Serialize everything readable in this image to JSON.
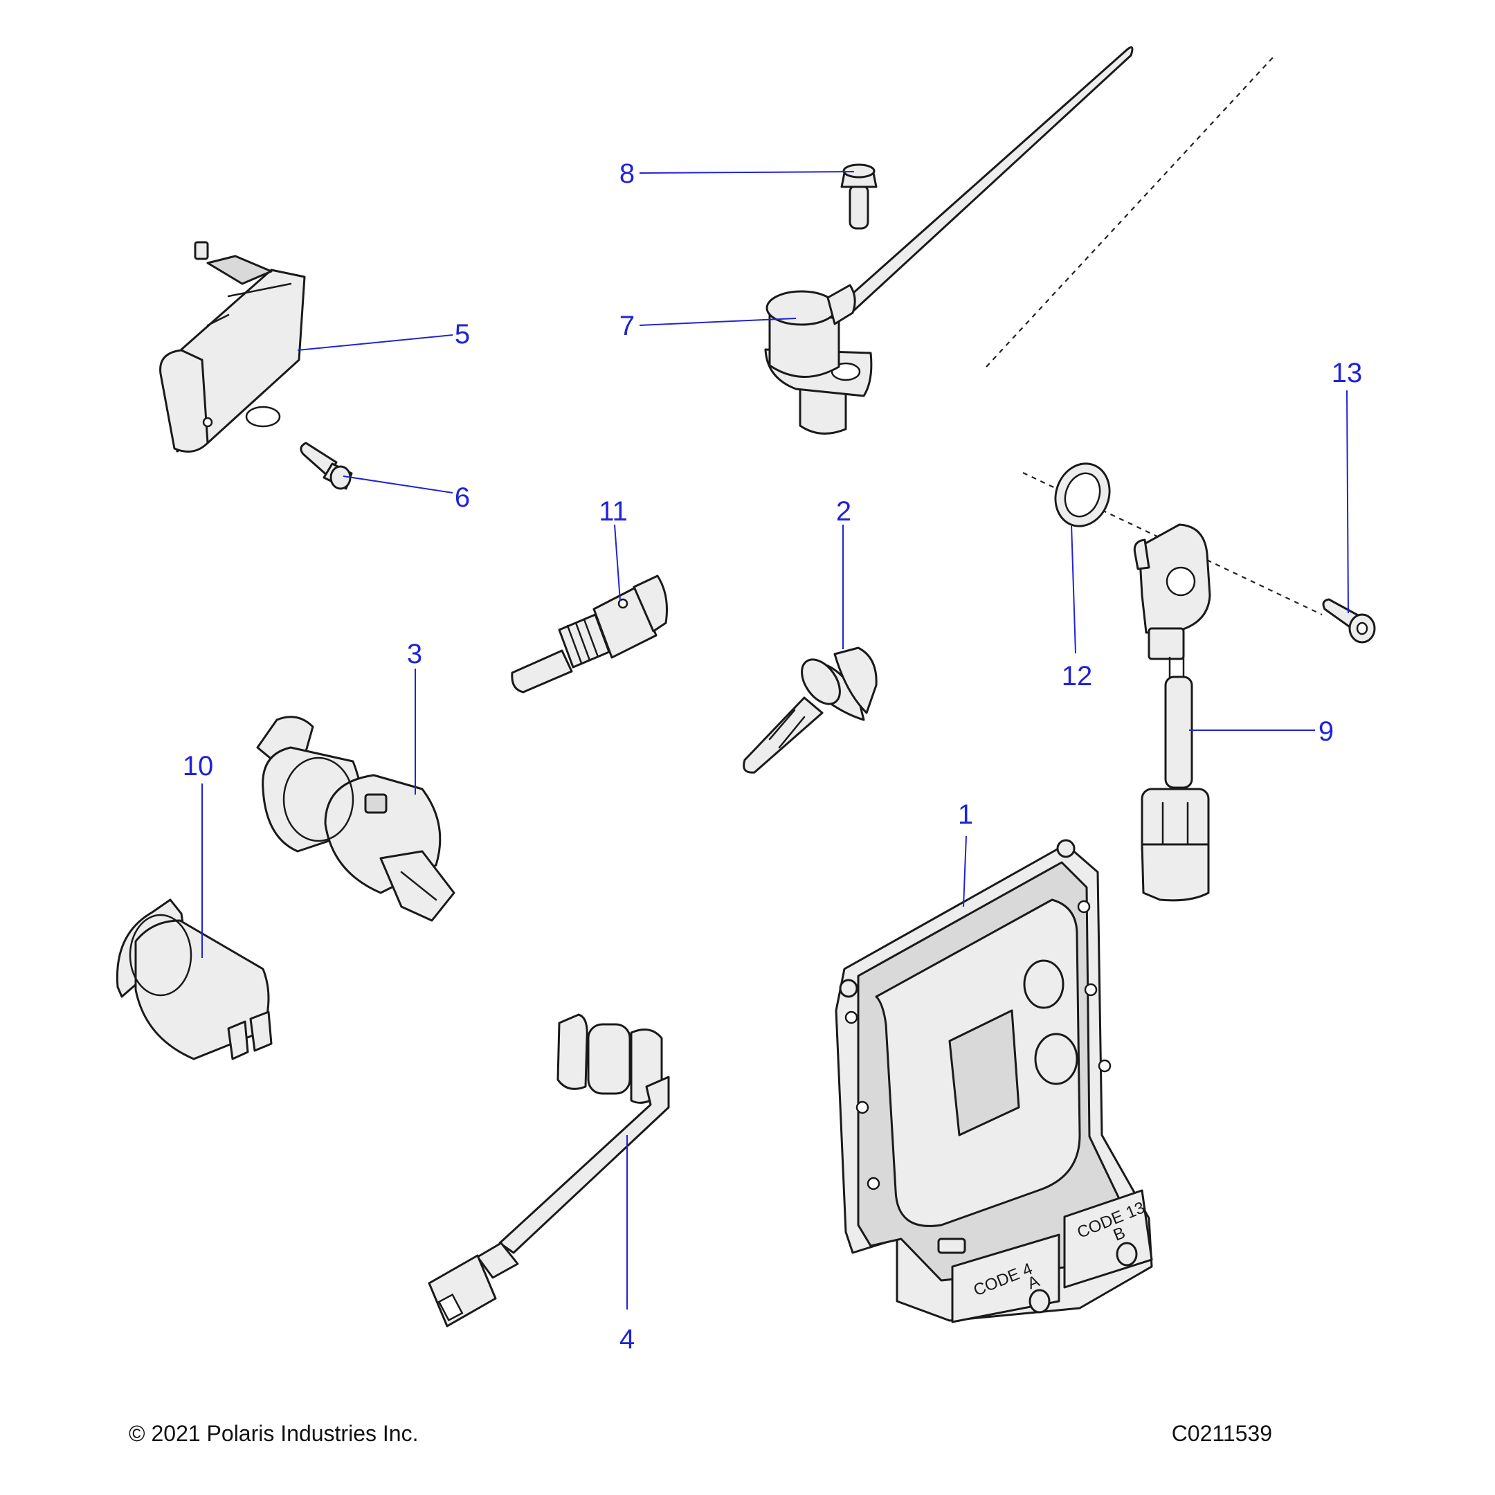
{
  "footer": {
    "copyright": "© 2021 Polaris Industries Inc.",
    "drawing_id": "C0211539"
  },
  "callouts": [
    {
      "id": "c1",
      "label": "1"
    },
    {
      "id": "c2",
      "label": "2"
    },
    {
      "id": "c3",
      "label": "3"
    },
    {
      "id": "c4",
      "label": "4"
    },
    {
      "id": "c5",
      "label": "5"
    },
    {
      "id": "c6",
      "label": "6"
    },
    {
      "id": "c7",
      "label": "7"
    },
    {
      "id": "c8",
      "label": "8"
    },
    {
      "id": "c9",
      "label": "9"
    },
    {
      "id": "c10",
      "label": "10"
    },
    {
      "id": "c11",
      "label": "11"
    },
    {
      "id": "c12",
      "label": "12"
    },
    {
      "id": "c13",
      "label": "13"
    }
  ],
  "ecu_markings": {
    "code_a": "CODE 4",
    "letter_a": "A",
    "code_b": "CODE 13",
    "letter_b": "B"
  },
  "colors": {
    "callout": "#1f23d6",
    "line": "#1a1a1a",
    "part_fill": "#ededed"
  }
}
